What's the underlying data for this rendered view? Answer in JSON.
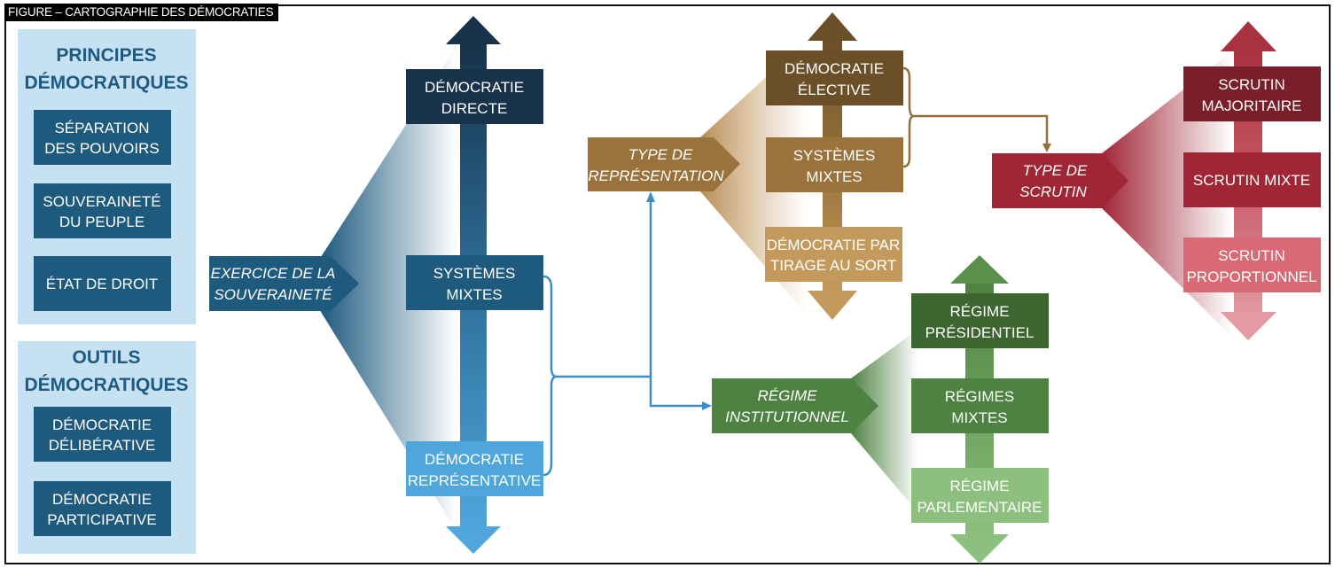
{
  "title": "FIGURE – CARTOGRAPHIE DES DÉMOCRATIES",
  "colors": {
    "blue_dark": "#17324a",
    "blue_mid": "#1e5a7e",
    "blue_light": "#4ea6db",
    "panel_bg": "#c5e1f2",
    "brown_dark": "#6b4f28",
    "brown_mid": "#9a733c",
    "brown_light": "#c39a5c",
    "green_dark": "#3c6530",
    "green_mid": "#4e8242",
    "green_light": "#8dbf7e",
    "red_dark": "#7a1f29",
    "red_mid": "#a02636",
    "red_light": "#d96a75",
    "connector_blue": "#3f8fc4",
    "connector_brown": "#93703c"
  },
  "panels": {
    "principes": {
      "heading": [
        "PRINCIPES",
        "DÉMOCRATIQUES"
      ],
      "items": [
        [
          "SÉPARATION",
          "DES POUVOIRS"
        ],
        [
          "SOUVERAINETÉ",
          "DU PEUPLE"
        ],
        [
          "ÉTAT DE DROIT"
        ]
      ]
    },
    "outils": {
      "heading": [
        "OUTILS",
        "DÉMOCRATIQUES"
      ],
      "items": [
        [
          "DÉMOCRATIE",
          "DÉLIBÉRATIVE"
        ],
        [
          "DÉMOCRATIE",
          "PARTICIPATIVE"
        ]
      ]
    }
  },
  "groups": {
    "souverainete": {
      "label": [
        "EXERCICE DE LA",
        "SOUVERAINETÉ"
      ],
      "items": [
        [
          "DÉMOCRATIE",
          "DIRECTE"
        ],
        [
          "SYSTÈMES",
          "MIXTES"
        ],
        [
          "DÉMOCRATIE",
          "REPRÉSENTATIVE"
        ]
      ]
    },
    "representation": {
      "label": [
        "TYPE DE",
        "REPRÉSENTATION"
      ],
      "items": [
        [
          "DÉMOCRATIE",
          "ÉLECTIVE"
        ],
        [
          "SYSTÈMES",
          "MIXTES"
        ],
        [
          "DÉMOCRATIE PAR",
          "TIRAGE AU SORT"
        ]
      ]
    },
    "regime": {
      "label": [
        "RÉGIME",
        "INSTITUTIONNEL"
      ],
      "items": [
        [
          "RÉGIME",
          "PRÉSIDENTIEL"
        ],
        [
          "RÉGIMES",
          "MIXTES"
        ],
        [
          "RÉGIME",
          "PARLEMENTAIRE"
        ]
      ]
    },
    "scrutin": {
      "label": [
        "TYPE DE",
        "SCRUTIN"
      ],
      "items": [
        [
          "SCRUTIN",
          "MAJORITAIRE"
        ],
        [
          "SCRUTIN MIXTE"
        ],
        [
          "SCRUTIN",
          "PROPORTIONNEL"
        ]
      ]
    }
  }
}
